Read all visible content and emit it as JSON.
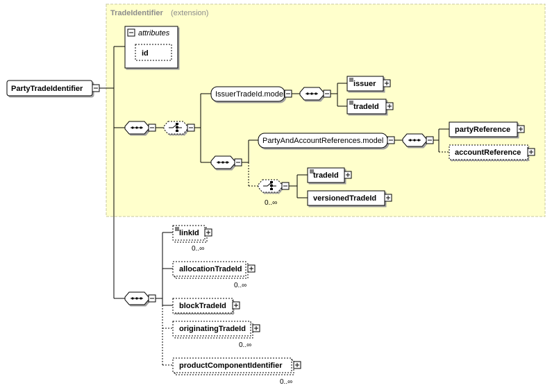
{
  "ext_box": {
    "type_name": "TradeIdentifier",
    "qualifier": "(extension)"
  },
  "attributes_label": "attributes",
  "attribute_id": "id",
  "root": "PartyTradeIdentifier",
  "issuer_model": "IssuerTradeId.model",
  "issuer": "issuer",
  "trade_id_1": "tradeId",
  "party_model": "PartyAndAccountReferences.model",
  "party_reference": "partyReference",
  "account_reference": "accountReference",
  "trade_id_2": "tradeId",
  "versioned_trade_id": "versionedTradeId",
  "choice_occurrence": "0..∞",
  "link_id": "linkId",
  "link_id_occ": "0..∞",
  "allocation_trade_id": "allocationTradeId",
  "allocation_trade_id_occ": "0..∞",
  "block_trade_id": "blockTradeId",
  "originating_trade_id": "originatingTradeId",
  "originating_trade_id_occ": "0..∞",
  "product_component_identifier": "productComponentIdentifier",
  "product_component_identifier_occ": "0..∞",
  "colors": {
    "extension_fill": "#ffffcc",
    "extension_border": "#c8c8a0",
    "line": "#000000",
    "box_fill": "#ffffff"
  }
}
